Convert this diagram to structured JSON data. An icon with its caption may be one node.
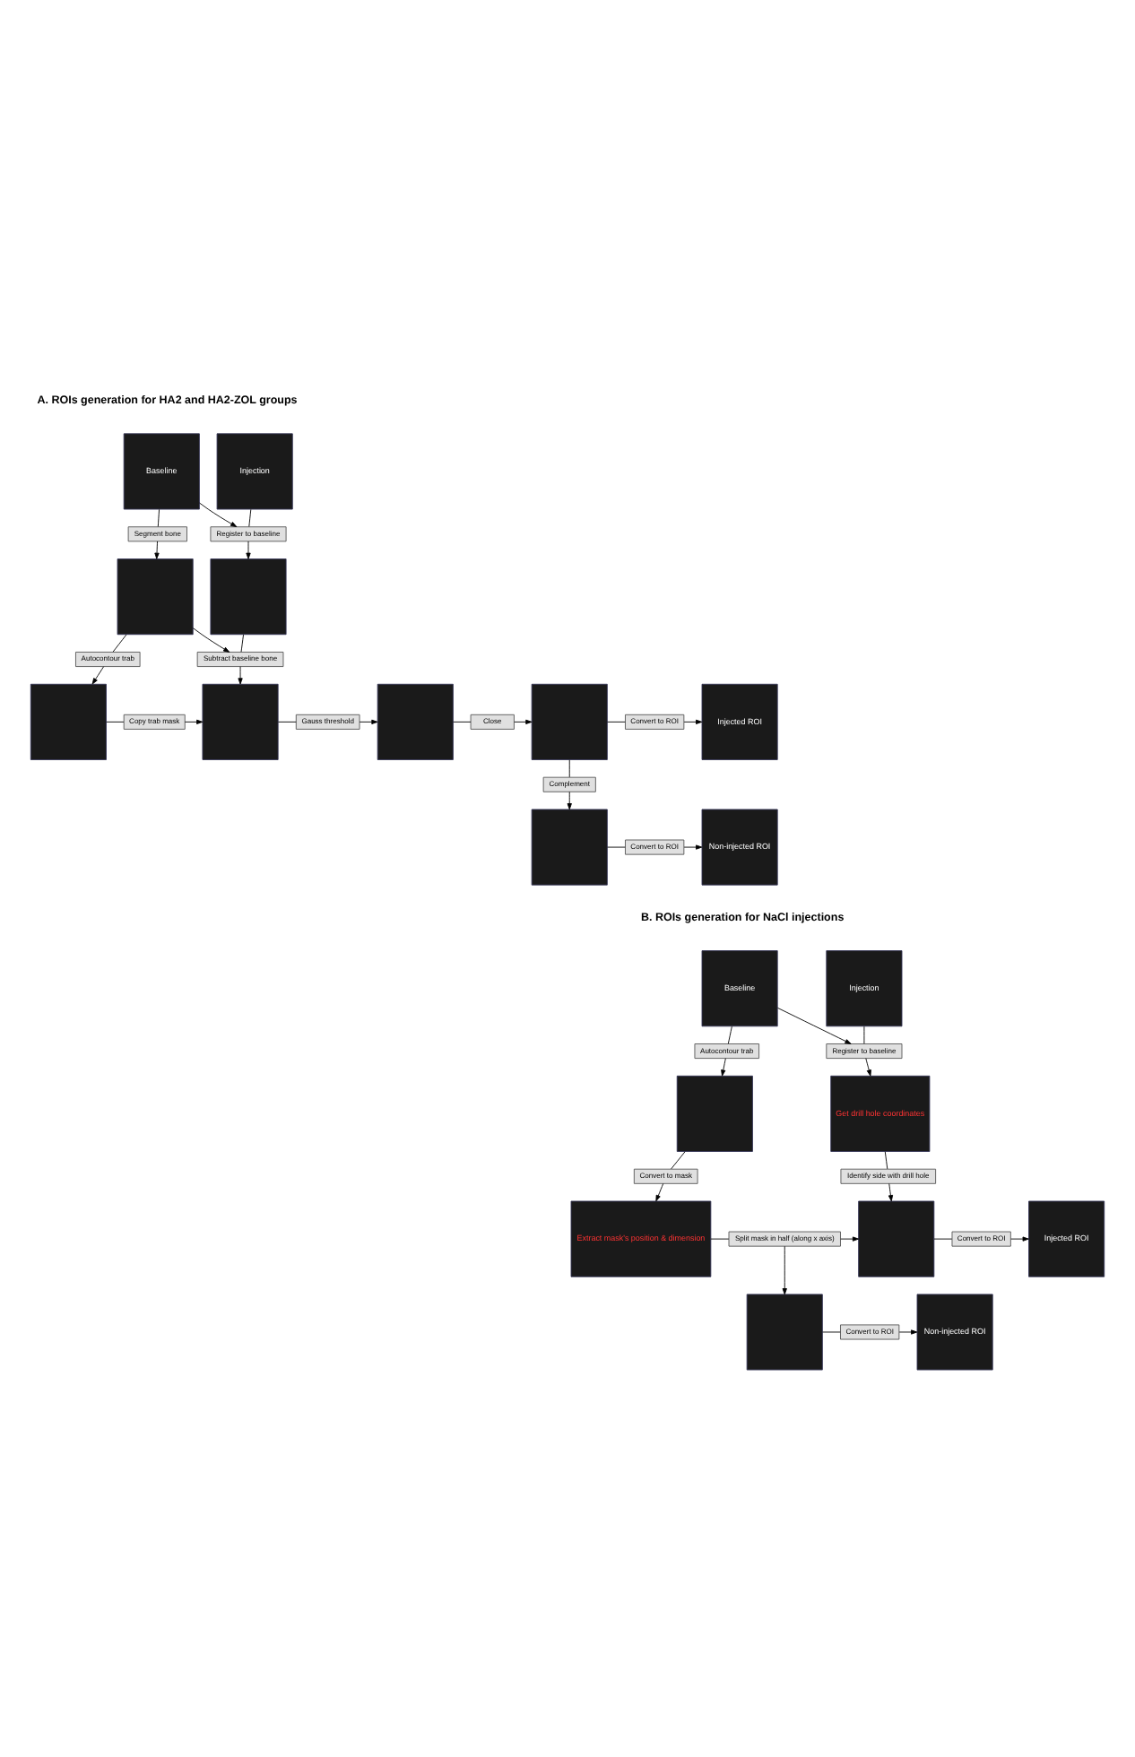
{
  "diagram": {
    "nodes": [
      {
        "text": [
          "Baseline"
        ]
      },
      {
        "text": [
          "Injection"
        ]
      },
      {
        "text": [
          "Segment bone"
        ]
      },
      {
        "text": [
          "Register to baseline"
        ]
      },
      {
        "text": [],
        "shape": "box"
      },
      {
        "text": [],
        "shape": "box"
      },
      {
        "text": [
          "Autocontour trab"
        ]
      },
      {
        "text": [
          "Subtract baseline bone"
        ]
      },
      {
        "text": [],
        "shape": "box"
      },
      {
        "text": [],
        "shape": "box"
      },
      {
        "text": [
          "Copy trab mask"
        ]
      },
      {
        "text": [
          "Gauss threshold"
        ]
      },
      {
        "text": [],
        "shape": "box"
      },
      {
        "text": [
          "Close"
        ]
      },
      {
        "text": [],
        "shape": "box"
      },
      {
        "text": [
          "Convert to ROI"
        ]
      },
      {
        "text": [
          "Injected ROI"
        ]
      },
      {
        "text": [
          "Complement"
        ]
      },
      {
        "text": [],
        "shape": "box"
      },
      {
        "text": [
          "Convert to ROI"
        ]
      },
      {
        "text": [
          "Non-injected ROI"
        ]
      },
      {
        "text": [
          "Baseline"
        ]
      },
      {
        "text": [
          "Injection"
        ]
      },
      {
        "text": [
          "Autocontour trab"
        ]
      },
      {
        "text": [
          "Register to baseline"
        ]
      },
      {
        "text": [],
        "shape": "box"
      },
      {
        "text": [
          "Get drill hole coordinates"
        ]
      },
      {
        "text": [
          "Convert to mask"
        ]
      },
      {
        "text": [
          "Identify side with drill hole"
        ]
      },
      {
        "text": [
          "Extract mask's position & dimension"
        ]
      },
      {
        "text": [
          "Split mask in half (along x axis)"
        ]
      },
      {
        "text": [],
        "shape": "box"
      },
      {
        "text": [],
        "shape": "box"
      },
      {
        "text": [
          "Convert to ROI"
        ]
      },
      {
        "text": [
          "Injected ROI"
        ]
      },
      {
        "text": [
          "Convert to ROI"
        ]
      },
      {
        "text": [
          "Non-injected ROI"
        ]
      }
    ],
    "edges": [
      {
        "from": 0,
        "to": 2,
        "arrow": "none"
      },
      {
        "from": 2,
        "to": 4,
        "arrow": "to"
      },
      {
        "from": 0,
        "to": 3,
        "arrow": "to"
      },
      {
        "from": 1,
        "to": 3,
        "arrow": "none"
      },
      {
        "from": 3,
        "to": 5,
        "arrow": "to"
      },
      {
        "from": 4,
        "to": 6,
        "arrow": "none"
      },
      {
        "from": 6,
        "to": 8,
        "arrow": "to"
      },
      {
        "from": 4,
        "to": 7,
        "arrow": "to"
      },
      {
        "from": 5,
        "to": 7,
        "arrow": "none"
      },
      {
        "from": 7,
        "to": 9,
        "arrow": "to"
      },
      {
        "from": 8,
        "to": 10,
        "arrow": "none"
      },
      {
        "from": 10,
        "to": 9,
        "arrow": "to"
      },
      {
        "from": 9,
        "to": 11,
        "arrow": "none"
      },
      {
        "from": 11,
        "to": 12,
        "arrow": "to"
      },
      {
        "from": 12,
        "to": 13,
        "arrow": "none"
      },
      {
        "from": 13,
        "to": 14,
        "arrow": "to"
      },
      {
        "from": 14,
        "to": 15,
        "arrow": "none"
      },
      {
        "from": 15,
        "to": 16,
        "arrow": "to"
      },
      {
        "from": 14,
        "to": 17,
        "arrow": "none"
      },
      {
        "from": 17,
        "to": 18,
        "arrow": "to"
      },
      {
        "from": 18,
        "to": 19,
        "arrow": "none"
      },
      {
        "from": 19,
        "to": 20,
        "arrow": "to"
      },
      {
        "from": 21,
        "to": 23,
        "arrow": "none"
      },
      {
        "from": 23,
        "to": 25,
        "arrow": "to"
      },
      {
        "from": 21,
        "to": 24,
        "arrow": "to"
      },
      {
        "from": 22,
        "to": 24,
        "arrow": "none"
      },
      {
        "from": 24,
        "to": 26,
        "arrow": "to"
      },
      {
        "from": 25,
        "to": 27,
        "arrow": "none"
      },
      {
        "from": 27,
        "to": 29,
        "arrow": "to"
      },
      {
        "from": 26,
        "to": 28,
        "arrow": "none"
      },
      {
        "from": 28,
        "to": 31,
        "arrow": "to"
      },
      {
        "from": 29,
        "to": 30,
        "arrow": "none"
      },
      {
        "from": 30,
        "to": 31,
        "arrow": "to"
      },
      {
        "from": 30,
        "to": 32,
        "arrow": "to"
      },
      {
        "from": 31,
        "to": 33,
        "arrow": "none"
      },
      {
        "from": 33,
        "to": 34,
        "arrow": "to"
      },
      {
        "from": 32,
        "to": 35,
        "arrow": "none"
      },
      {
        "from": 35,
        "to": 36,
        "arrow": "to"
      }
    ],
    "labels": [
      "A. ROIs generation for HA2 and HA2-ZOL groups",
      "B. ROIs generation for NaCl injections"
    ]
  }
}
